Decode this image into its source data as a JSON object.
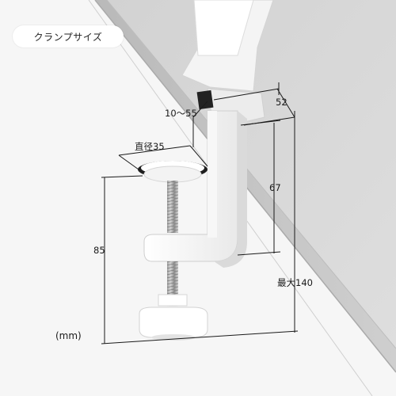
{
  "badge": {
    "title": "クランプサイズ"
  },
  "dimensions": {
    "clamp_range": "10〜55",
    "depth": "52",
    "diameter": "直径35",
    "inner_height": "67",
    "screw_height": "85",
    "max_height": "最大140",
    "unit": "(mm)"
  },
  "colors": {
    "background": "#f2f2f2",
    "board": "#d6d6d6",
    "board_edge": "#c2c2c2",
    "clamp": "#ffffff",
    "dimension_line": "#1a1a1a",
    "screw": "#b0b0b0"
  }
}
